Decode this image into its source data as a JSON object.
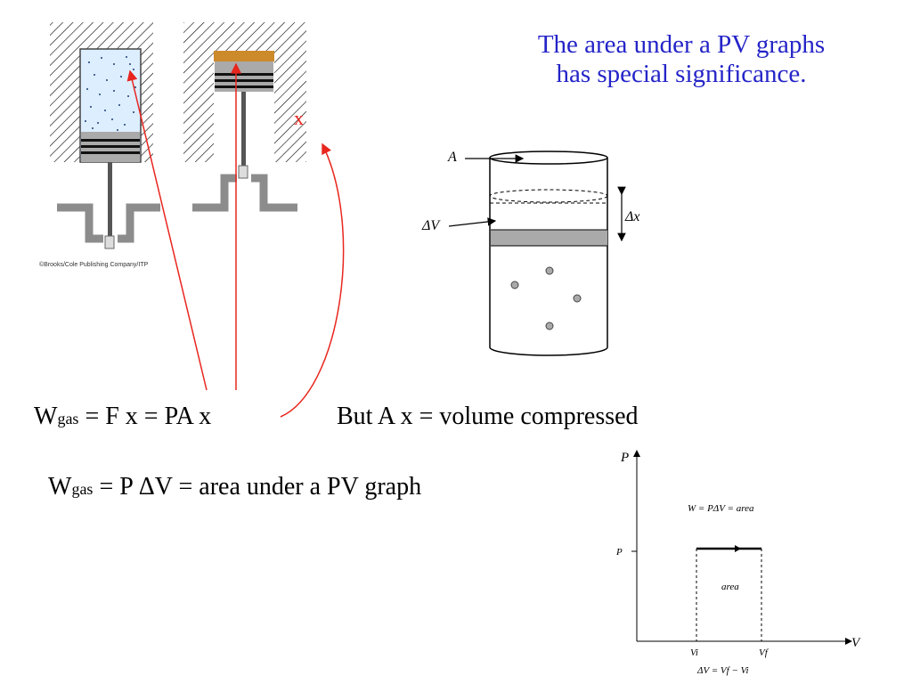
{
  "title": "The area under a PV graphs has special significance.",
  "credit": "©Brooks/Cole Publishing Company/ITP",
  "piston_label": "x",
  "cylinder_labels": {
    "area": "A",
    "delta_v": "ΔV",
    "delta_x": "Δx"
  },
  "equation1": {
    "lhs": "W",
    "sub": "gas",
    "rhs": " = F x = PA x"
  },
  "equation2": "But A x = volume compressed",
  "equation3": {
    "lhs": "W",
    "sub": "gas",
    "rhs": " = P ΔV = area under a PV graph"
  },
  "pv_graph": {
    "y_axis_label": "P",
    "x_axis_label": "V",
    "p_tick": "P",
    "vi_label": "Vi",
    "vf_label": "Vf",
    "work_label": "W = PΔV = area",
    "area_label": "area",
    "delta_v_label": "ΔV = Vf − Vi"
  },
  "colors": {
    "title": "#2424c8",
    "arrow": "#e8261e",
    "gas": "#ddeeff",
    "cap": "#cc8a2a"
  }
}
